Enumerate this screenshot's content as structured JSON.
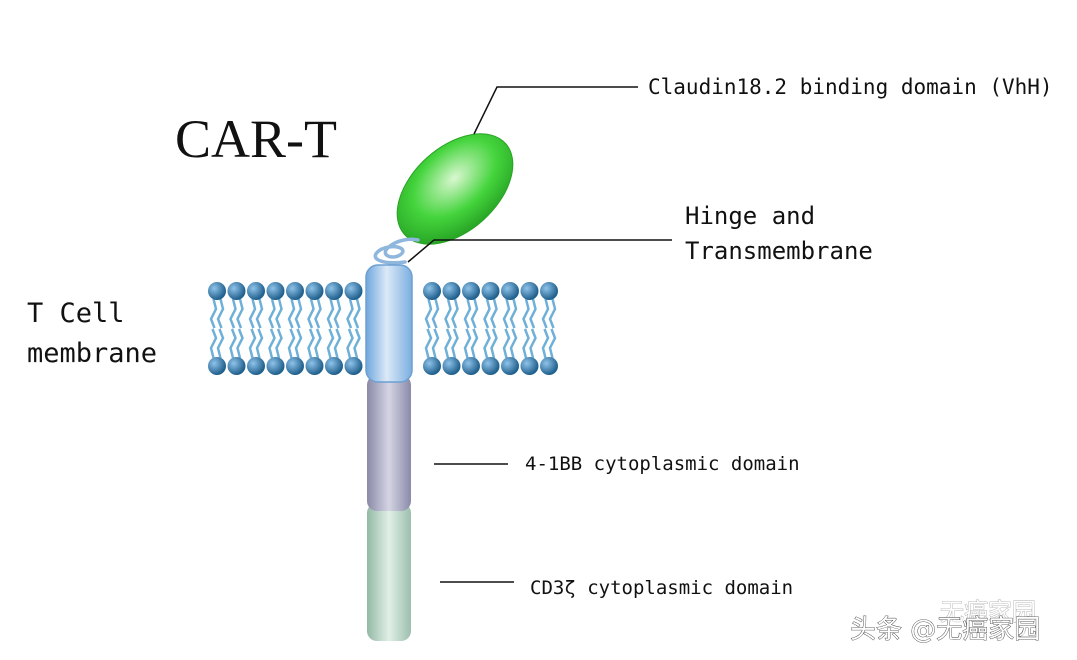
{
  "title": "CAR-T",
  "membrane_label": [
    "T Cell",
    "membrane"
  ],
  "labels": {
    "binding": "Claudin18.2 binding domain (VhH)",
    "hinge": [
      "Hinge and",
      "Transmembrane"
    ],
    "bb": "4-1BB cytoplasmic domain",
    "cd3": "CD3ζ cytoplasmic domain"
  },
  "watermark": {
    "faded": "无癌家园",
    "main": "头条 @无癌家园"
  },
  "colors": {
    "binding_domain": "#3ed23a",
    "transmembrane": "#8fbde8",
    "bb_domain": "#9a9ab8",
    "cd3_domain": "#a9c9b8",
    "lipid_head": "#2a6d9e",
    "lipid_tail": "#6fb0d8"
  }
}
